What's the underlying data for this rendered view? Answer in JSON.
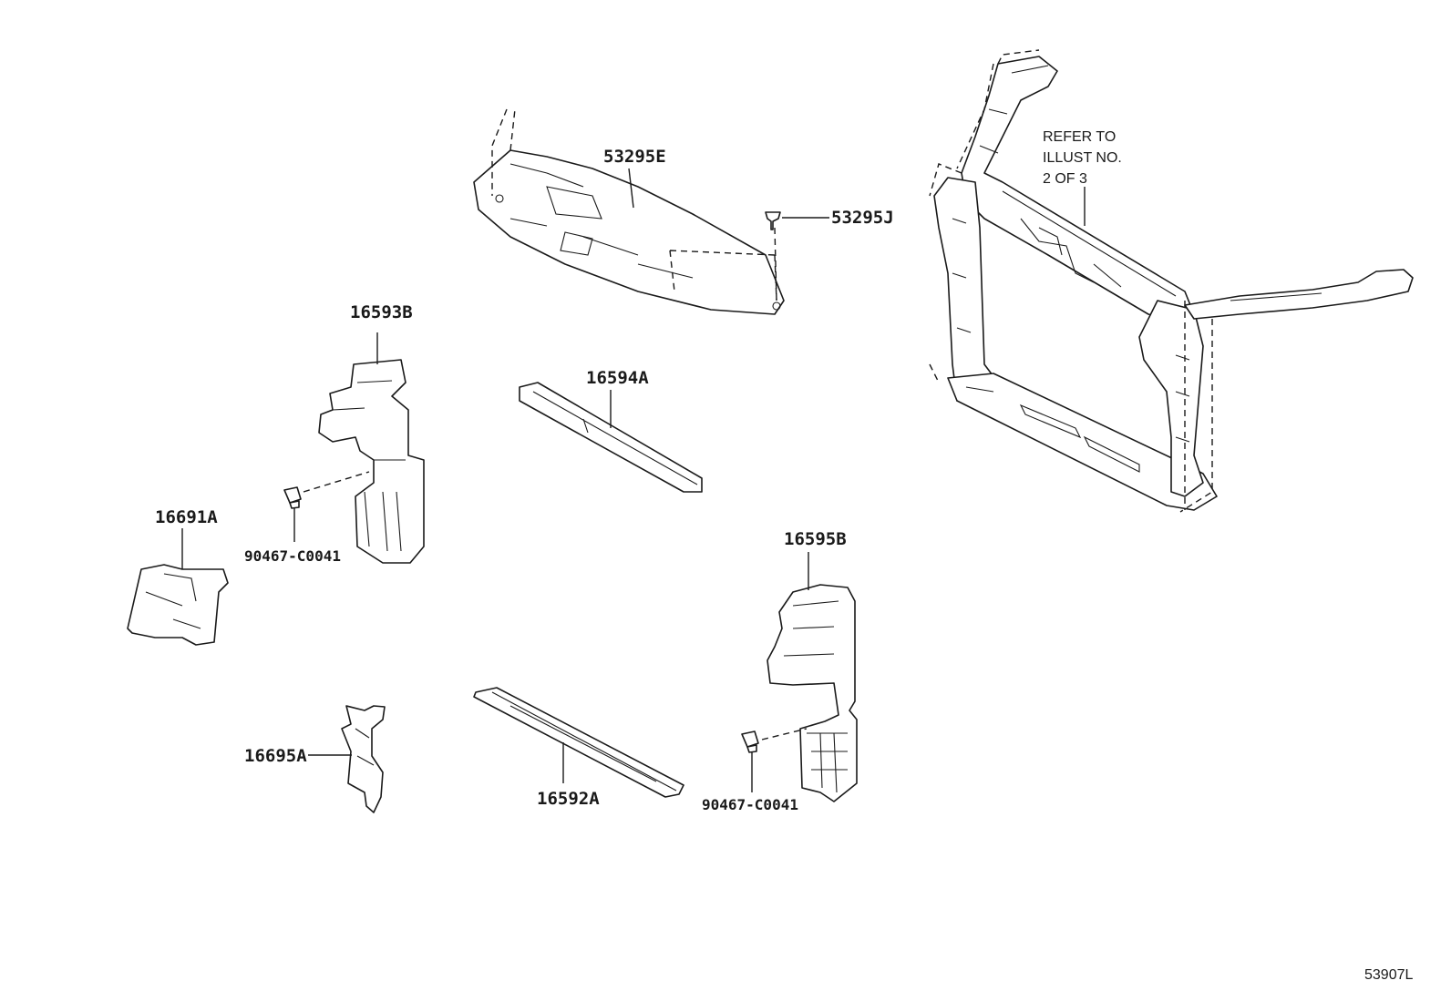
{
  "parts": {
    "p53295E": "53295E",
    "p53295J": "53295J",
    "p16593B": "16593B",
    "p16594A": "16594A",
    "p16691A": "16691A",
    "p90467_left": "90467-C0041",
    "p16595B": "16595B",
    "p16695A": "16695A",
    "p16592A": "16592A",
    "p90467_right": "90467-C0041"
  },
  "note": {
    "line1": "REFER TO",
    "line2": "ILLUST NO.",
    "line3": "2 OF 3"
  },
  "illustration_id": "53907L"
}
